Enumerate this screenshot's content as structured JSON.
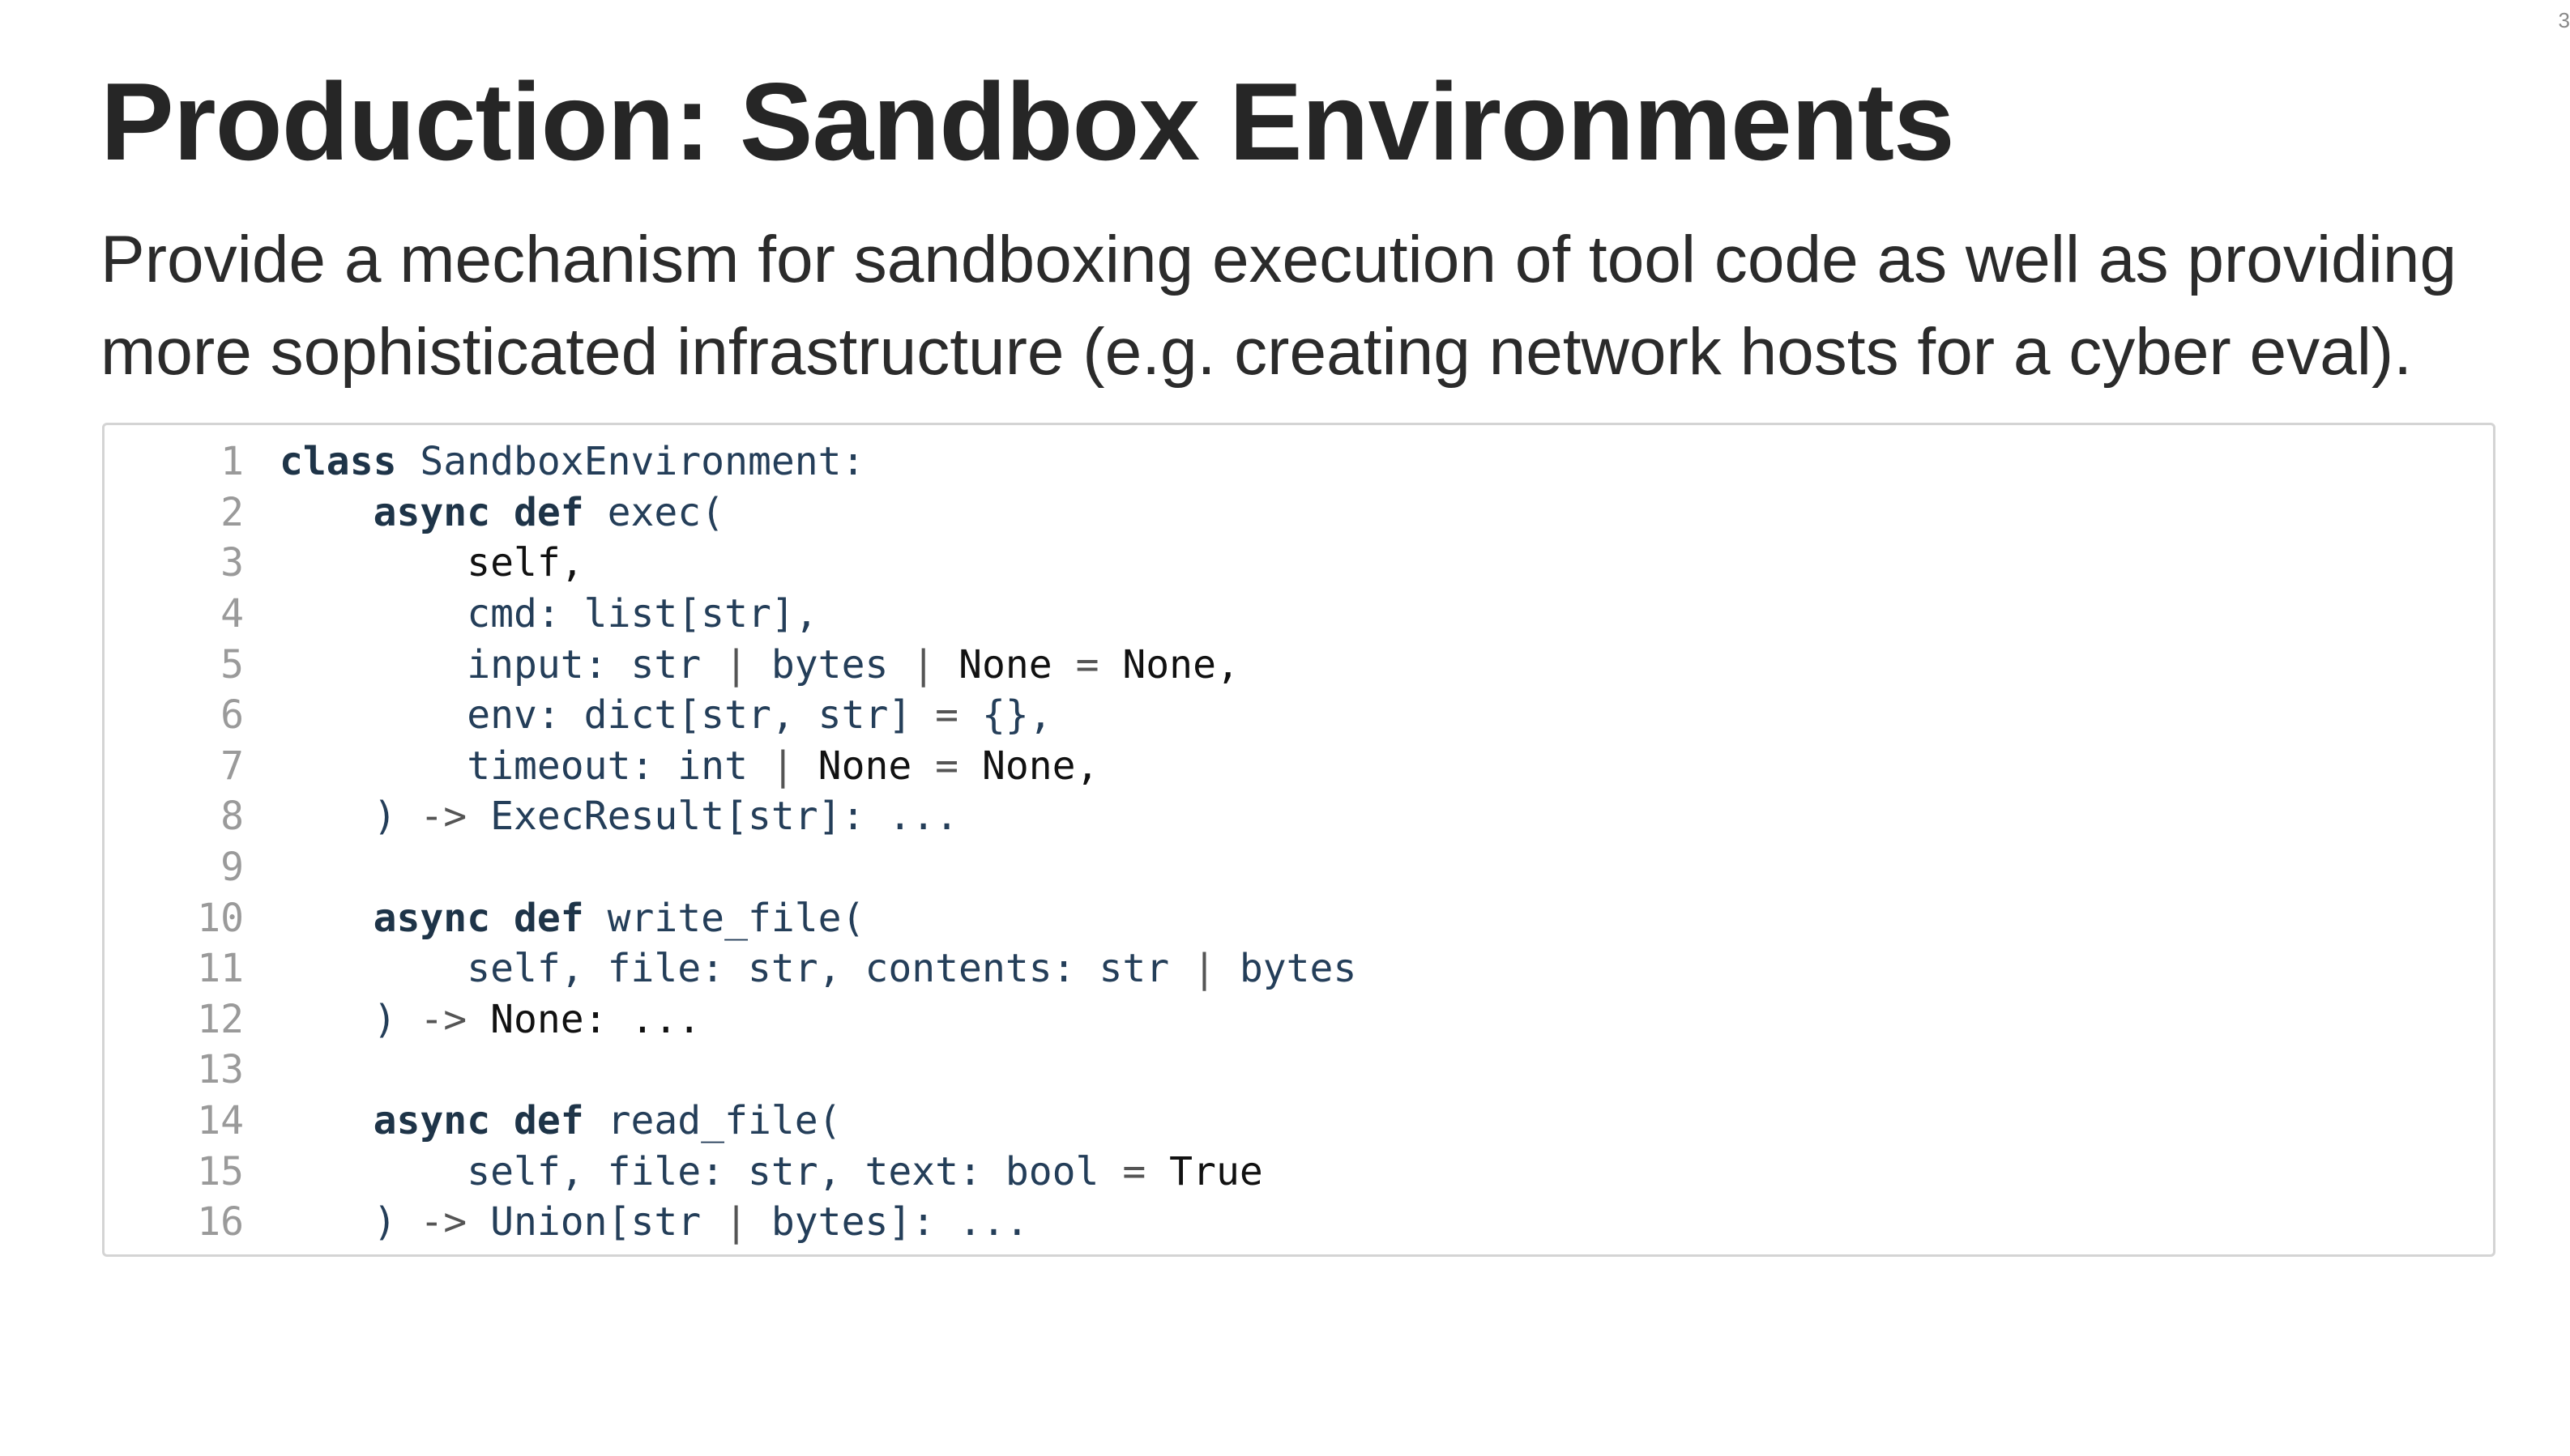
{
  "slide": {
    "number": "3",
    "title": "Production: Sandbox Environments",
    "subtitle_lines": [
      "Provide a mechanism for sandboxing execution of tool code as well as providing",
      "more sophisticated infrastructure (e.g. creating network hosts for a cyber eval)."
    ]
  },
  "code": {
    "language": "python",
    "lines": [
      {
        "n": "1",
        "tokens": [
          {
            "t": "class",
            "k": "kw"
          },
          {
            "t": " SandboxEnvironment:",
            "k": "plain"
          }
        ]
      },
      {
        "n": "2",
        "tokens": [
          {
            "t": "    ",
            "k": "plain"
          },
          {
            "t": "async def",
            "k": "kw"
          },
          {
            "t": " exec(",
            "k": "plain"
          }
        ]
      },
      {
        "n": "3",
        "tokens": [
          {
            "t": "        self,",
            "k": "dark"
          }
        ]
      },
      {
        "n": "4",
        "tokens": [
          {
            "t": "        cmd: list[str],",
            "k": "plain"
          }
        ]
      },
      {
        "n": "5",
        "tokens": [
          {
            "t": "        input: str ",
            "k": "plain"
          },
          {
            "t": "|",
            "k": "op"
          },
          {
            "t": " bytes ",
            "k": "plain"
          },
          {
            "t": "|",
            "k": "op"
          },
          {
            "t": " None ",
            "k": "dark"
          },
          {
            "t": "=",
            "k": "op"
          },
          {
            "t": " None,",
            "k": "dark"
          }
        ]
      },
      {
        "n": "6",
        "tokens": [
          {
            "t": "        env: dict[str, str] ",
            "k": "plain"
          },
          {
            "t": "=",
            "k": "op"
          },
          {
            "t": " {},",
            "k": "plain"
          }
        ]
      },
      {
        "n": "7",
        "tokens": [
          {
            "t": "        timeout: int ",
            "k": "plain"
          },
          {
            "t": "|",
            "k": "op"
          },
          {
            "t": " None ",
            "k": "dark"
          },
          {
            "t": "=",
            "k": "op"
          },
          {
            "t": " None,",
            "k": "dark"
          }
        ]
      },
      {
        "n": "8",
        "tokens": [
          {
            "t": "    ) ",
            "k": "plain"
          },
          {
            "t": "->",
            "k": "op"
          },
          {
            "t": " ExecResult[str]: ...",
            "k": "plain"
          }
        ]
      },
      {
        "n": "9",
        "tokens": []
      },
      {
        "n": "10",
        "tokens": [
          {
            "t": "    ",
            "k": "plain"
          },
          {
            "t": "async def",
            "k": "kw"
          },
          {
            "t": " write_file(",
            "k": "plain"
          }
        ]
      },
      {
        "n": "11",
        "tokens": [
          {
            "t": "        self, file: str, contents: str ",
            "k": "plain"
          },
          {
            "t": "|",
            "k": "op"
          },
          {
            "t": " bytes",
            "k": "plain"
          }
        ]
      },
      {
        "n": "12",
        "tokens": [
          {
            "t": "    ) ",
            "k": "plain"
          },
          {
            "t": "->",
            "k": "op"
          },
          {
            "t": " None: ...",
            "k": "dark"
          }
        ]
      },
      {
        "n": "13",
        "tokens": []
      },
      {
        "n": "14",
        "tokens": [
          {
            "t": "    ",
            "k": "plain"
          },
          {
            "t": "async def",
            "k": "kw"
          },
          {
            "t": " read_file(",
            "k": "plain"
          }
        ]
      },
      {
        "n": "15",
        "tokens": [
          {
            "t": "        self, file: str, text: bool ",
            "k": "plain"
          },
          {
            "t": "=",
            "k": "op"
          },
          {
            "t": " True",
            "k": "dark"
          }
        ]
      },
      {
        "n": "16",
        "tokens": [
          {
            "t": "    ) ",
            "k": "plain"
          },
          {
            "t": "->",
            "k": "op"
          },
          {
            "t": " Union[str ",
            "k": "plain"
          },
          {
            "t": "|",
            "k": "op"
          },
          {
            "t": " bytes]: ...",
            "k": "plain"
          }
        ]
      }
    ]
  }
}
